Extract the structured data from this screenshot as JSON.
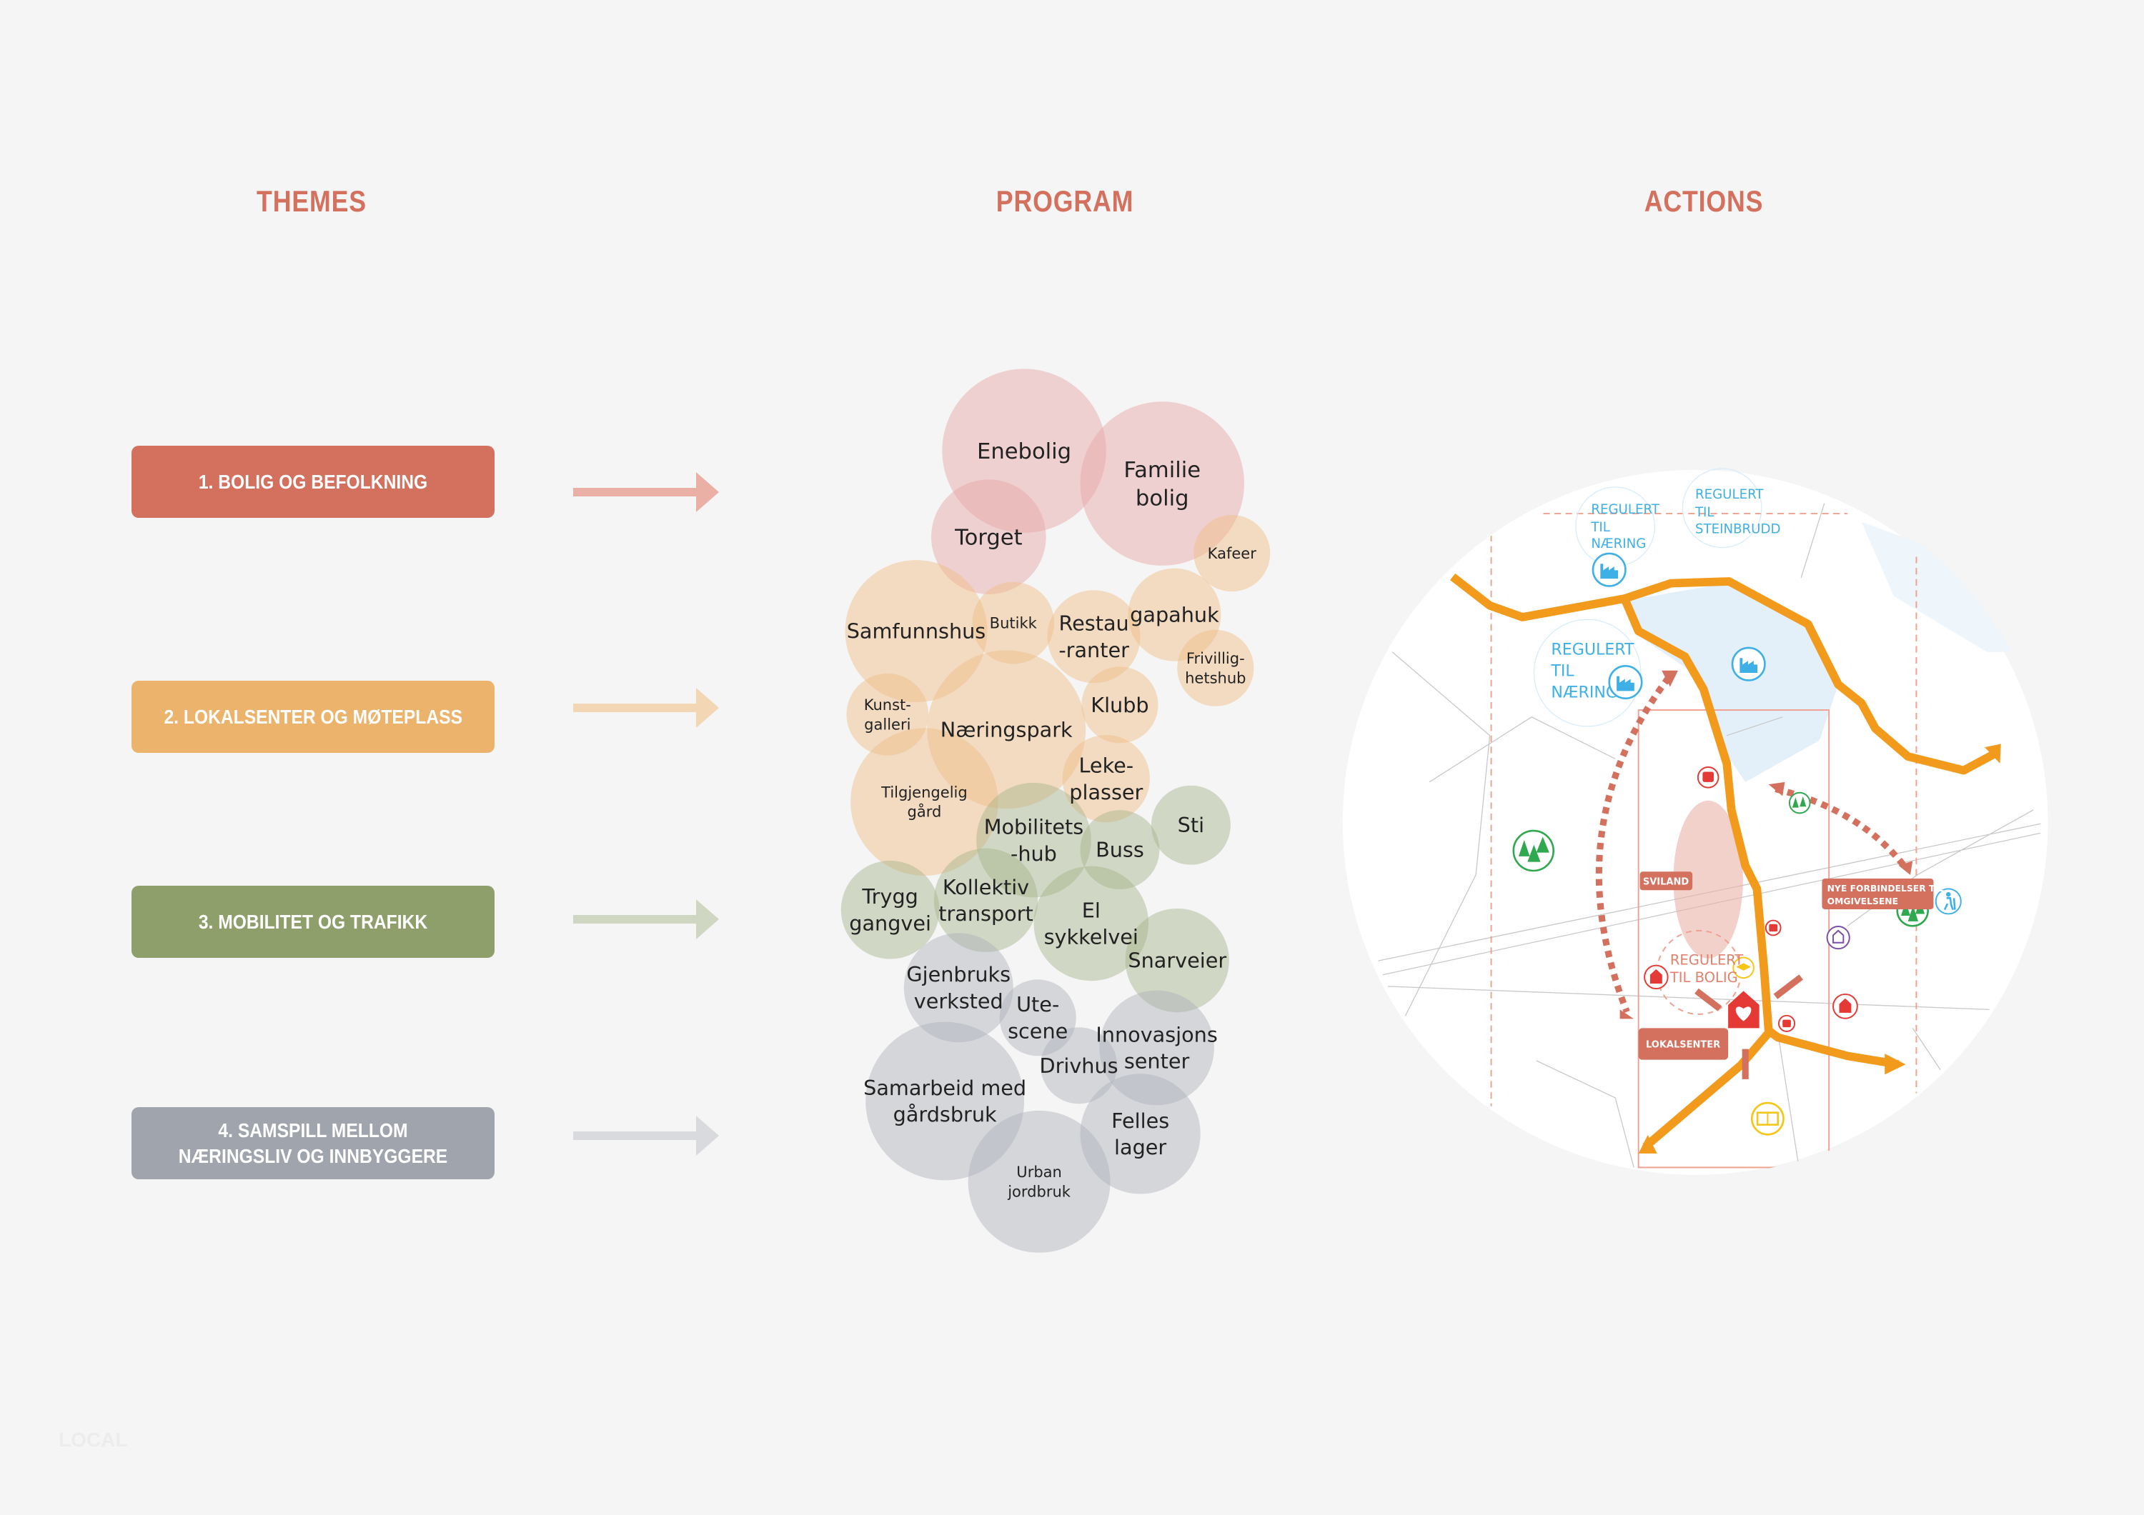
{
  "headings": {
    "themes": "THEMES",
    "program": "PROGRAM",
    "actions": "ACTIONS"
  },
  "themes": [
    {
      "label": "1. BOLIG OG BEFOLKNING",
      "color": "#d4705e"
    },
    {
      "label": "2. LOKALSENTER OG MØTEPLASS",
      "color": "#ebb36c"
    },
    {
      "label": "3. MOBILITET OG TRAFIKK",
      "color": "#8f9f6b"
    },
    {
      "label": "4. SAMSPILL MELLOM NÆRINGSLIV OG INNBYGGERE",
      "color": "#a0a5ad"
    }
  ],
  "program": [
    {
      "label": "Enebolig",
      "group": "bolig"
    },
    {
      "label": "Familie bolig",
      "group": "bolig"
    },
    {
      "label": "Torget",
      "group": "bolig"
    },
    {
      "label": "Kafeer",
      "group": "lokal"
    },
    {
      "label": "Samfunnshus",
      "group": "lokal"
    },
    {
      "label": "Butikk",
      "group": "lokal"
    },
    {
      "label": "Restau -ranter",
      "group": "lokal"
    },
    {
      "label": "gapahuk",
      "group": "lokal"
    },
    {
      "label": "Frivillig- hetshub",
      "group": "lokal"
    },
    {
      "label": "Kunst- galleri",
      "group": "lokal"
    },
    {
      "label": "Næringspark",
      "group": "lokal"
    },
    {
      "label": "Klubb",
      "group": "lokal"
    },
    {
      "label": "Tilgjengelig gård",
      "group": "lokal"
    },
    {
      "label": "Leke- plasser",
      "group": "lokal"
    },
    {
      "label": "Mobilitets -hub",
      "group": "mobilitet"
    },
    {
      "label": "Buss",
      "group": "mobilitet"
    },
    {
      "label": "Sti",
      "group": "mobilitet"
    },
    {
      "label": "Trygg gangvei",
      "group": "mobilitet"
    },
    {
      "label": "Kollektiv transport",
      "group": "mobilitet"
    },
    {
      "label": "El sykkelvei",
      "group": "mobilitet"
    },
    {
      "label": "Snarveier",
      "group": "mobilitet"
    },
    {
      "label": "Gjenbruks verksted",
      "group": "samspill"
    },
    {
      "label": "Ute- scene",
      "group": "samspill"
    },
    {
      "label": "Innovasjons senter",
      "group": "samspill"
    },
    {
      "label": "Drivhus",
      "group": "samspill"
    },
    {
      "label": "Samarbeid med gårdsbruk",
      "group": "samspill"
    },
    {
      "label": "Felles lager",
      "group": "samspill"
    },
    {
      "label": "Urban jordbruk",
      "group": "samspill"
    }
  ],
  "colors": {
    "bolig": "#e6a3a5",
    "lokal": "#f0bd83",
    "mobilitet": "#a4b48a",
    "samspill": "#aeb2ba",
    "road": "#f29a1c",
    "accent": "#d4705e",
    "water": "#e3f0f9",
    "zone_text": "#3fb0e6"
  },
  "map": {
    "zones": [
      {
        "lines": [
          "REGULERT",
          "TIL",
          "NÆRING"
        ]
      },
      {
        "lines": [
          "REGULERT",
          "TIL",
          "STEINBRUDD"
        ]
      },
      {
        "lines": [
          "REGULERT",
          "TIL",
          "NÆRING"
        ]
      }
    ],
    "bolig_zone": {
      "lines": [
        "REGULERT",
        "TIL BOLIG"
      ]
    },
    "labels": {
      "sviland": "SVILAND",
      "connections_1": "NYE FORBINDELSER TIL",
      "connections_2": "OMGIVELSENE",
      "lokalsenter": "LOKALSENTER"
    }
  },
  "watermark": "LOCAL"
}
